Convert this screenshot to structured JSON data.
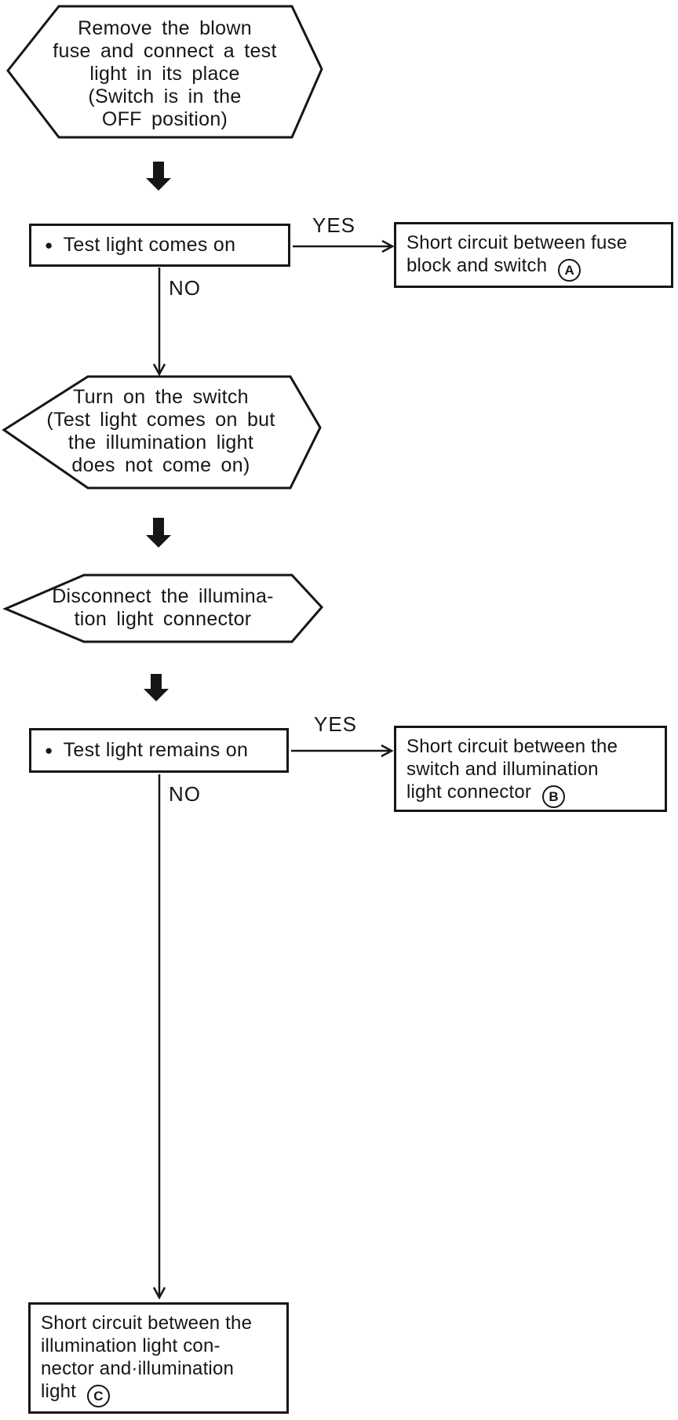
{
  "diagram": {
    "nodes": {
      "start": {
        "text": "Remove the blown\nfuse and connect a test\nlight in its place\n(Switch is in the\nOFF position)"
      },
      "decision1": {
        "bullet": "●",
        "label": "Test light comes on"
      },
      "result_a": {
        "text": "Short circuit between fuse\nblock and switch",
        "tag": "A"
      },
      "step2": {
        "text": "Turn on the switch\n(Test light comes on but\nthe illumination light\ndoes not come on)"
      },
      "step3": {
        "text": "Disconnect the illumina-\ntion light connector"
      },
      "decision2": {
        "bullet": "●",
        "label": "Test light remains on"
      },
      "result_b": {
        "text": "Short circuit between the\nswitch and illumination\nlight connector",
        "tag": "B"
      },
      "result_c": {
        "text": "Short circuit between the\nillumination light con-\nnector and·illumination\nlight",
        "tag": "C"
      }
    },
    "branch_labels": {
      "yes1": "YES",
      "no1": "NO",
      "yes2": "YES",
      "no2": "NO"
    },
    "colors": {
      "ink": "#161616",
      "background": "#ffffff"
    }
  }
}
